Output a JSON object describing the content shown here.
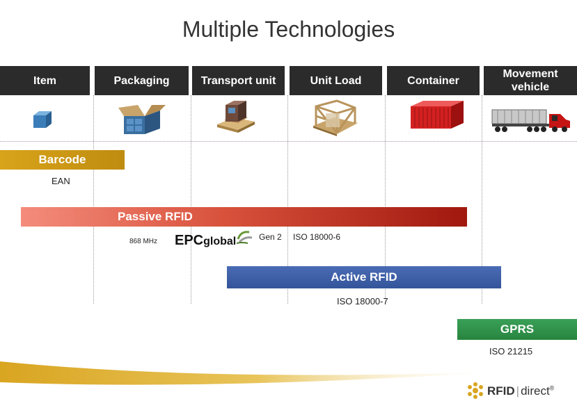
{
  "title": "Multiple Technologies",
  "columns": [
    {
      "label": "Item"
    },
    {
      "label": "Packaging"
    },
    {
      "label": "Transport unit"
    },
    {
      "label": "Unit Load"
    },
    {
      "label": "Container"
    },
    {
      "label": "Movement vehicle"
    }
  ],
  "icons": [
    "box-icon",
    "packaging-box-icon",
    "pallet-icon",
    "unit-load-icon",
    "container-icon",
    "truck-icon"
  ],
  "bars": {
    "barcode": {
      "label": "Barcode",
      "color": "#d4a017"
    },
    "passive_rfid": {
      "label": "Passive RFID",
      "color_start": "#f08070",
      "color_end": "#a01810"
    },
    "active_rfid": {
      "label": "Active RFID",
      "color": "#3c5fa6"
    },
    "gprs": {
      "label": "GPRS",
      "color": "#2e9048"
    }
  },
  "annotations": {
    "ean": "EAN",
    "mhz": "868 MHz",
    "epc_main": "EPC",
    "epc_global": "global",
    "gen2": "Gen 2",
    "iso_18000_6": "ISO 18000-6",
    "iso_18000_7": "ISO 18000-7",
    "iso_21215": "ISO 21215"
  },
  "logo": {
    "brand_rfid": "RFID",
    "brand_direct": "direct",
    "registered": "®"
  }
}
